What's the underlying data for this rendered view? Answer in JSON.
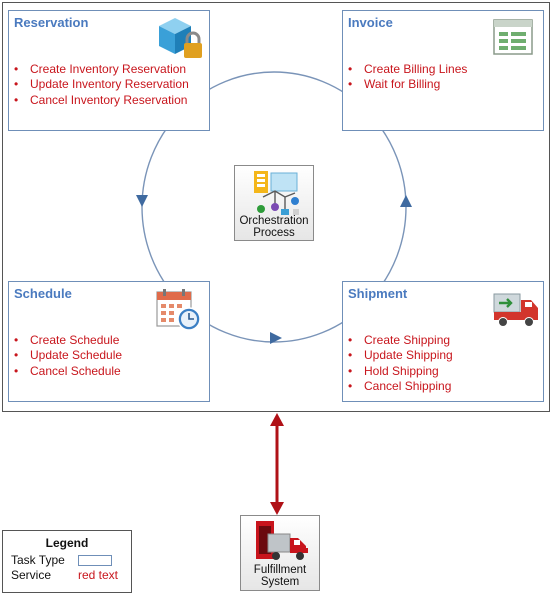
{
  "diagram": {
    "tasks": {
      "reservation": {
        "title": "Reservation",
        "services": [
          "Create Inventory  Reservation",
          "Update Inventory  Reservation",
          "Cancel Inventory  Reservation"
        ]
      },
      "invoice": {
        "title": "Invoice",
        "services": [
          "Create Billing Lines",
          "Wait for Billing"
        ]
      },
      "schedule": {
        "title": "Schedule",
        "services": [
          "Create Schedule",
          "Update Schedule",
          "Cancel Schedule"
        ]
      },
      "shipment": {
        "title": "Shipment",
        "services": [
          "Create Shipping",
          "Update Shipping",
          "Hold Shipping",
          "Cancel Shipping"
        ]
      }
    },
    "center": {
      "line1": "Orchestration",
      "line2": "Process"
    },
    "external": {
      "line1": "Fulfillment",
      "line2": "System"
    },
    "legend": {
      "title": "Legend",
      "task_type_label": "Task Type",
      "service_label": "Service",
      "service_value": "red text"
    }
  },
  "colors": {
    "task_border": "#6f8fb8",
    "task_title": "#4a7abf",
    "service_text": "#c8161d",
    "cycle_line": "#7a94b8",
    "arrow_blue": "#3f6aa0",
    "link_red": "#b01117"
  },
  "icons": {
    "reservation": "cube-lock-icon",
    "invoice": "table-sheet-icon",
    "schedule": "calendar-clock-icon",
    "shipment": "truck-icon",
    "center": "orchestration-process-icon",
    "external": "fulfillment-truck-icon"
  }
}
